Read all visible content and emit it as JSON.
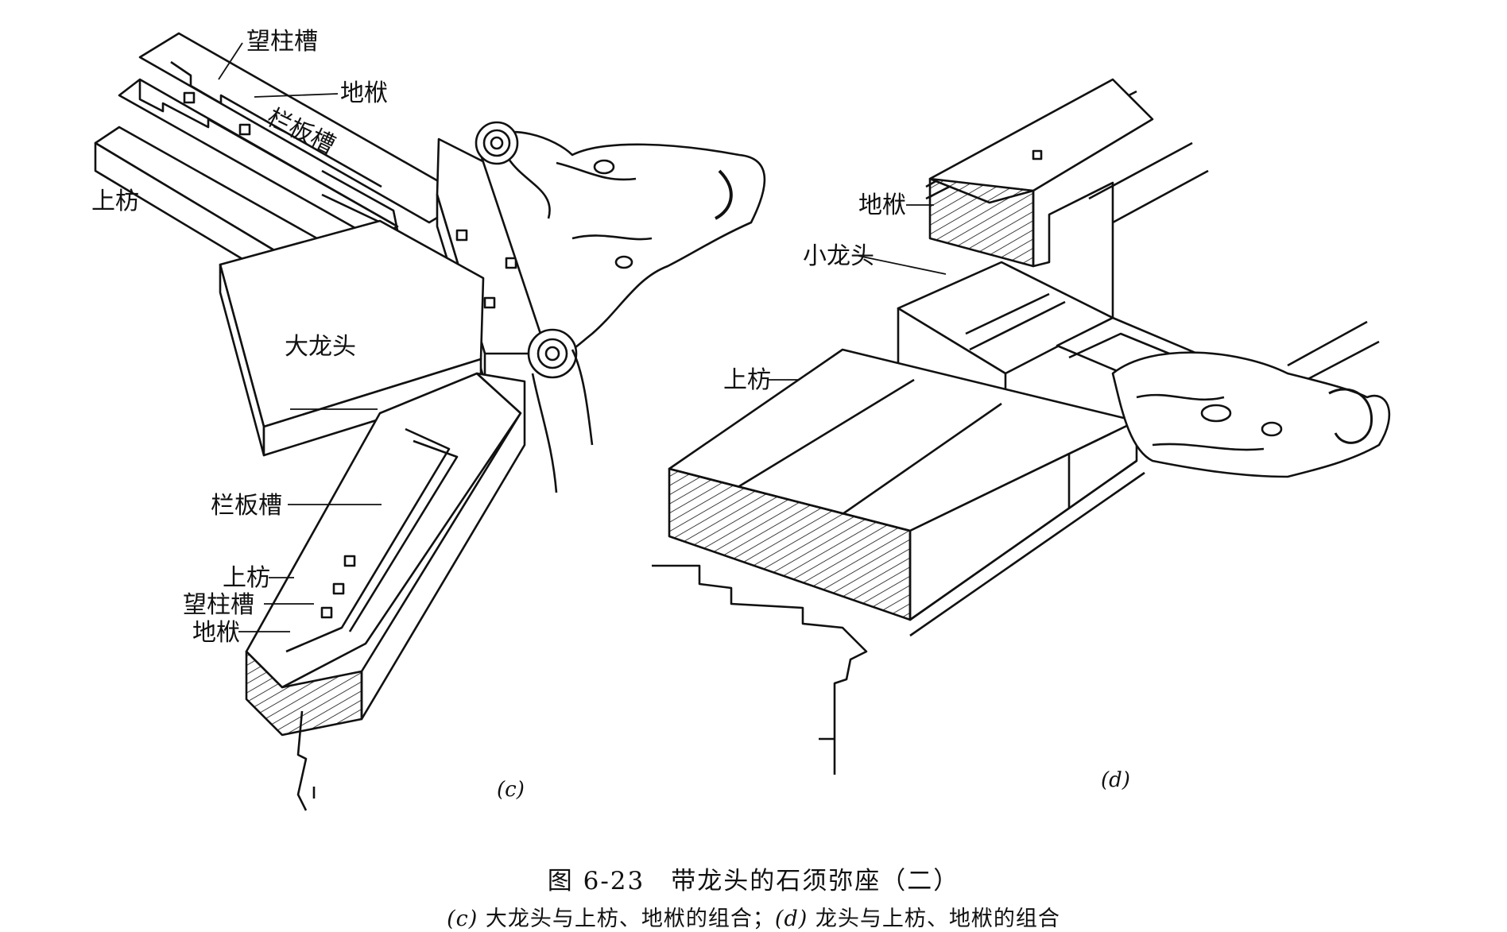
{
  "panel_c": {
    "labels": {
      "wangzhucao_top": "望柱槽",
      "difu_top": "地栿",
      "lanbancao_top": "栏板槽",
      "shangfang_left": "上枋",
      "dalongtou": "大龙头",
      "lanbancao_bottom": "栏板槽",
      "shangfang_bottom": "上枋",
      "wangzhucao_bottom": "望柱槽",
      "difu_bottom": "地栿"
    },
    "sub_label": "(c)"
  },
  "panel_d": {
    "labels": {
      "difu": "地栿",
      "xiaolongtou": "小龙头",
      "shangfang": "上枋"
    },
    "sub_label": "(d)"
  },
  "caption": {
    "title": "图 6-23　带龙头的石须弥座（二）",
    "sub_c_mark": "(c)",
    "sub_c_text": "大龙头与上枋、地栿的组合；",
    "sub_d_mark": "(d)",
    "sub_d_text": "龙头与上枋、地栿的组合"
  }
}
